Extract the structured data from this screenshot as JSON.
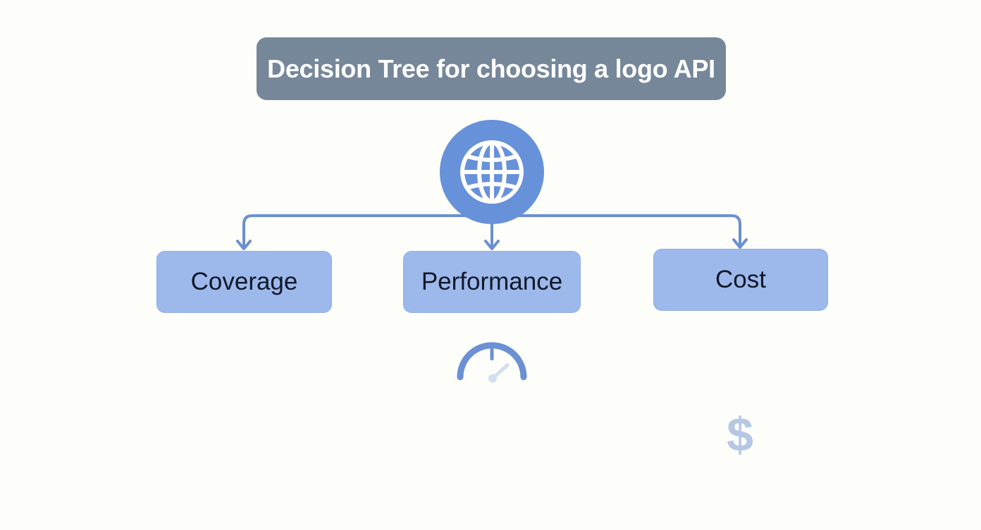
{
  "title": "Decision Tree for choosing a logo API",
  "root": {
    "icon": "globe-icon"
  },
  "branches": [
    {
      "label": "Coverage"
    },
    {
      "label": "Performance",
      "icon": "speedometer-icon"
    },
    {
      "label": "Cost",
      "icon": "dollar-icon"
    }
  ],
  "icons": {
    "dollar_glyph": "$"
  },
  "colors": {
    "background": "#fdfdf9",
    "title_bg": "#76879a",
    "root_fill": "#6791d9",
    "node_fill": "#9db9ec",
    "connector": "#6b8fd0",
    "dollar": "#b6c7e3"
  }
}
